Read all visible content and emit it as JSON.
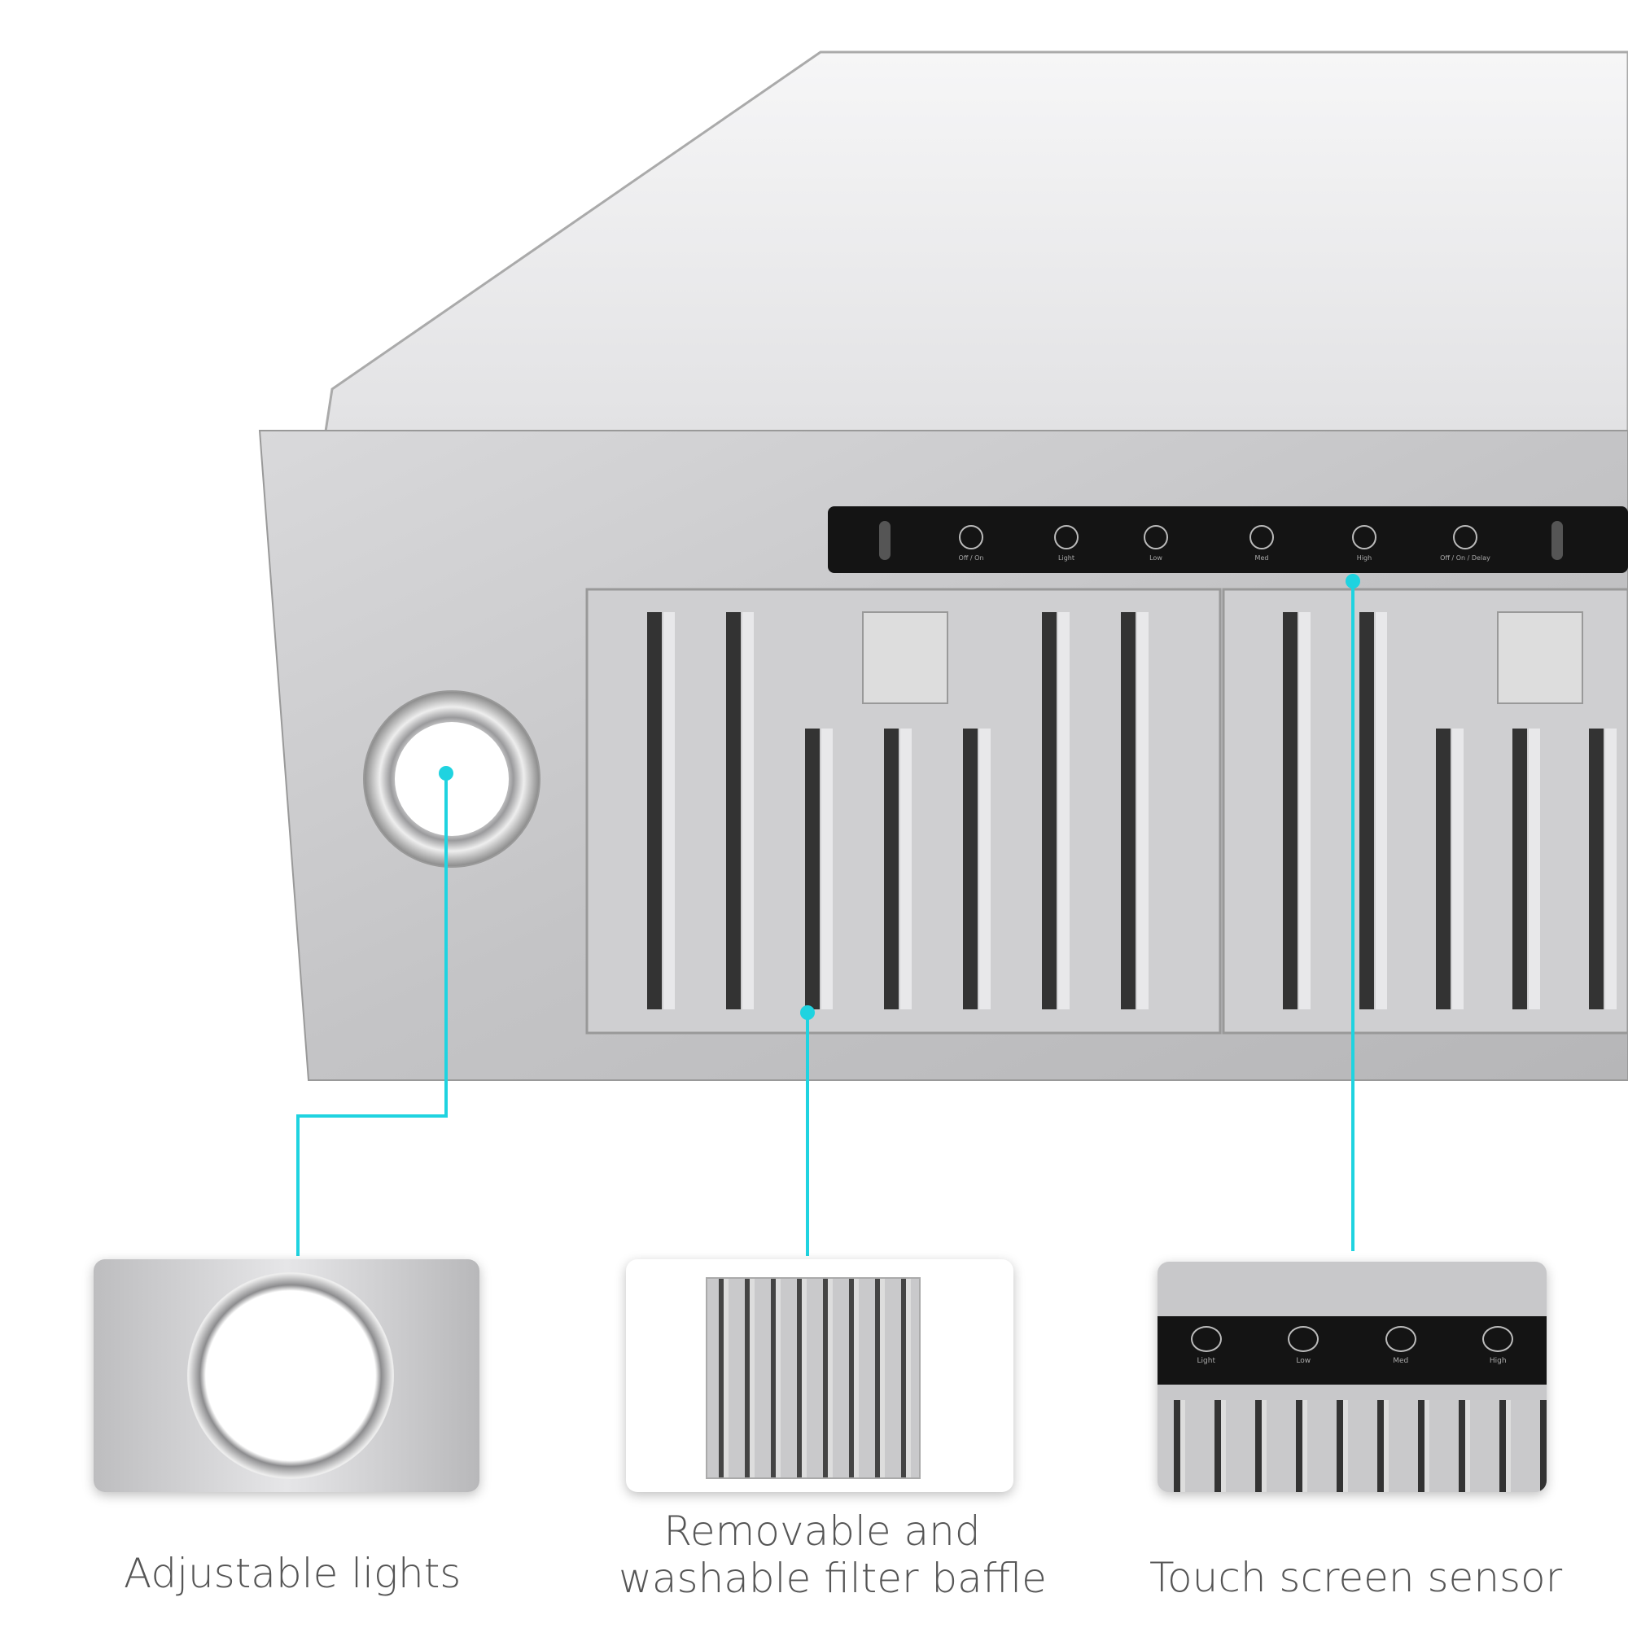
{
  "colors": {
    "accent": "#1fd3e0",
    "steel": "#c8c8ca",
    "panel": "#141414"
  },
  "control_panel": {
    "buttons": [
      {
        "label": "Off / On",
        "icon": "hand-wave-icon"
      },
      {
        "label": "Light",
        "icon": "bulb-icon"
      },
      {
        "label": "Low",
        "icon": "fan-icon"
      },
      {
        "label": "Med",
        "icon": "fan-icon"
      },
      {
        "label": "High",
        "icon": "fan-icon"
      },
      {
        "label": "Off / On / Delay",
        "icon": "power-icon"
      }
    ]
  },
  "callouts": [
    {
      "label": "Adjustable lights"
    },
    {
      "label_line1": "Removable and",
      "label_line2": "washable filter baffle"
    },
    {
      "label": "Touch screen sensor"
    }
  ],
  "detail_panel": {
    "buttons": [
      {
        "label": "Light"
      },
      {
        "label": "Low"
      },
      {
        "label": "Med"
      },
      {
        "label": "High"
      }
    ]
  }
}
